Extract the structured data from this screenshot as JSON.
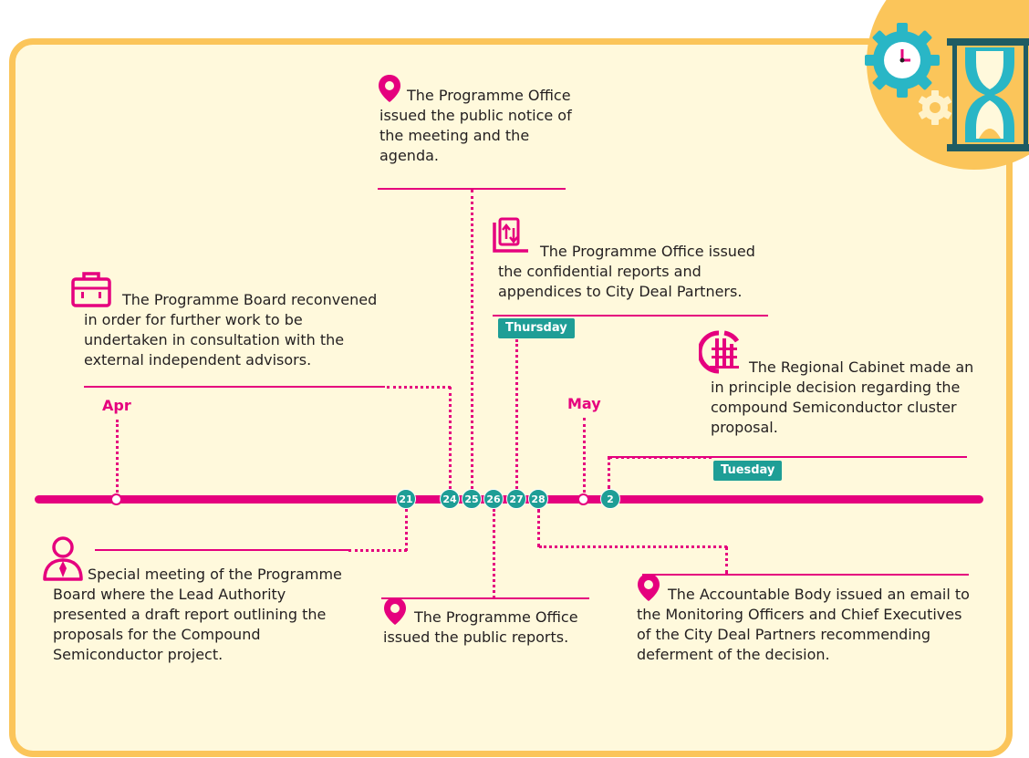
{
  "months": {
    "april": "Apr",
    "may": "May"
  },
  "days": [
    "21",
    "24",
    "25",
    "26",
    "27",
    "28",
    "2"
  ],
  "badges": {
    "thursday": "Thursday",
    "tuesday": "Tuesday"
  },
  "events": {
    "notice": "The Programme Office issued the public notice of the meeting and the agenda.",
    "confidential": "The Programme Office issued the confidential reports and appendices to City Deal Partners.",
    "reconvened": "The Programme Board reconvened in order for further work to be undertaken in consultation with the external independent advisors.",
    "cabinet": "The Regional Cabinet made an in principle decision regarding the compound Semiconductor cluster proposal.",
    "special_meeting": "Special meeting of the Programme Board where the Lead Authority presented a draft report outlining the proposals for the Compound Semiconductor project.",
    "public_reports": "The Programme Office issued the public reports.",
    "accountable_body": "The Accountable Body issued an email to the Monitoring Officers and Chief Executives of the City Deal Partners recommending deferment of the decision."
  },
  "icons": {
    "notice": "location-pin-icon",
    "confidential": "document-exchange-icon",
    "reconvened": "briefcase-icon",
    "cabinet": "building-icon",
    "special_meeting": "person-icon",
    "public_reports": "location-pin-icon",
    "accountable_body": "location-pin-icon",
    "corner": "gears-hourglass-icon"
  },
  "colors": {
    "accent": "#e5007e",
    "teal": "#1e9e96",
    "panel": "#fff9dc",
    "border": "#fbc55a"
  }
}
